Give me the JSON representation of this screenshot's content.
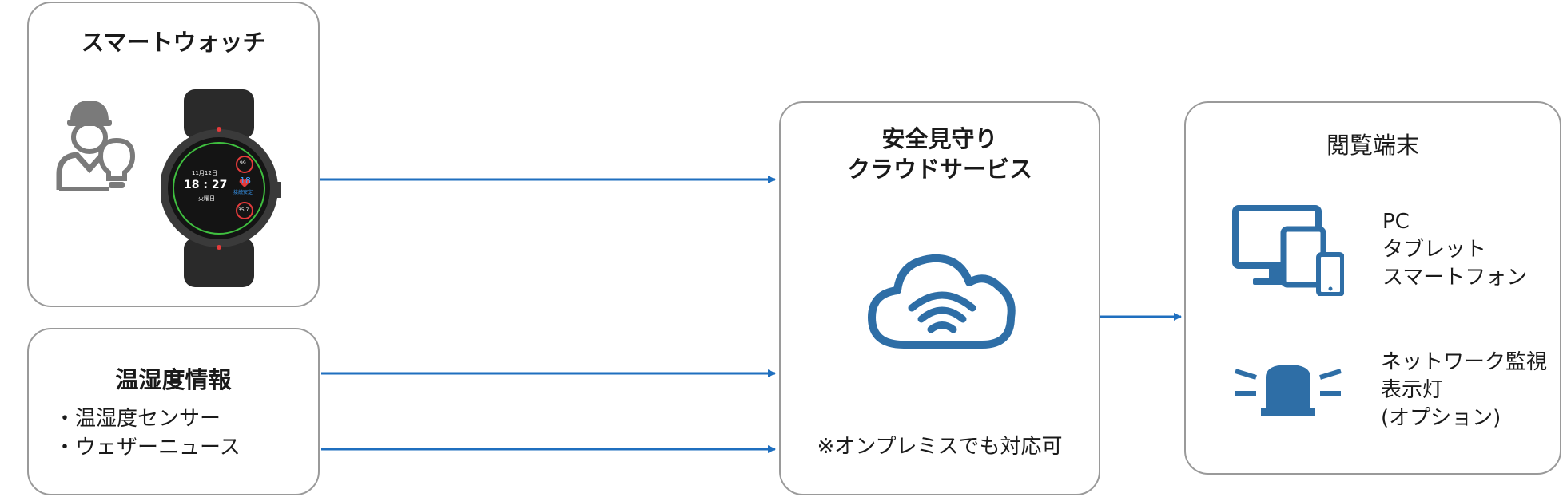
{
  "smartwatch": {
    "title": "スマートウォッチ",
    "watch_face": {
      "date": "11月12日",
      "time": "18 : 27",
      "day": "火曜日",
      "top_value": "99",
      "center_value": "18",
      "status": "接続安定",
      "bottom_value": "35.7"
    },
    "icons": {
      "worker": "worker-icon",
      "bulb": "lightbulb-icon",
      "watch": "smartwatch-icon"
    }
  },
  "sensor": {
    "title": "温湿度情報",
    "items": [
      "・温湿度センサー",
      "・ウェザーニュース"
    ]
  },
  "cloud": {
    "title_lines": [
      "安全見守り",
      "クラウドサービス"
    ],
    "note": "※オンプレミスでも対応可",
    "icon": "cloud-wifi-icon"
  },
  "terminal": {
    "title": "閲覧端末",
    "devices_lines": [
      "PC",
      "タブレット",
      "スマートフォン"
    ],
    "lamp_lines": [
      "ネットワーク監視",
      "表示灯",
      "(オプション)"
    ],
    "icons": {
      "devices": "devices-icon",
      "lamp": "warning-lamp-icon"
    }
  },
  "colors": {
    "arrow": "#1f6fbf",
    "icon_blue": "#2e6ea6",
    "icon_gray": "#7a7a7a",
    "border": "#9a9a9a",
    "watch_ring_green": "#3fbf3f",
    "watch_red": "#e53b3b",
    "watch_blue": "#3aa0ff"
  }
}
